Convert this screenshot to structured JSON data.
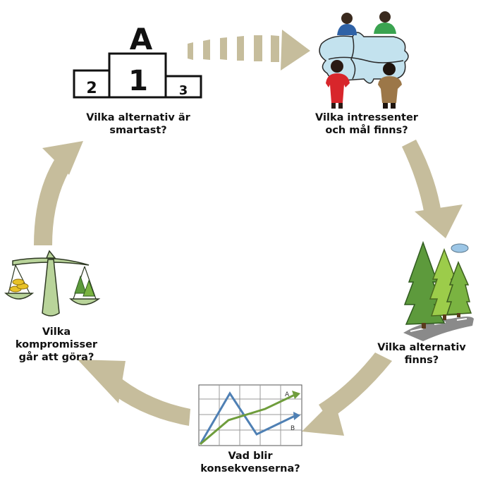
{
  "colors": {
    "arrow": "#c6bd9c",
    "ink": "#111111",
    "puzzle": "#c3e2ee",
    "tree": "#5d9a3c",
    "tree_light": "#9ccc4a",
    "scale": "#b9d49a",
    "gold": "#e8c227",
    "line_a": "#6f9d3c",
    "line_b": "#4f80b4"
  },
  "steps": [
    {
      "lines": [
        "Vilka alternativ är",
        "smartast?"
      ],
      "icon": "podium-icon",
      "podium": {
        "first": "1",
        "second": "2",
        "third": "3",
        "top": "A"
      }
    },
    {
      "lines": [
        "Vilka intressenter",
        "och mål finns?"
      ],
      "icon": "puzzle-people-icon"
    },
    {
      "lines": [
        "Vilka alternativ",
        "finns?"
      ],
      "icon": "forest-icon"
    },
    {
      "lines": [
        "Vad blir",
        "konsekvenserna?"
      ],
      "icon": "line-chart-icon",
      "chart_labels": {
        "a": "A",
        "b": "B"
      }
    },
    {
      "lines": [
        "Vilka",
        "kompromisser",
        "går att göra?"
      ],
      "icon": "balance-scale-icon"
    }
  ]
}
